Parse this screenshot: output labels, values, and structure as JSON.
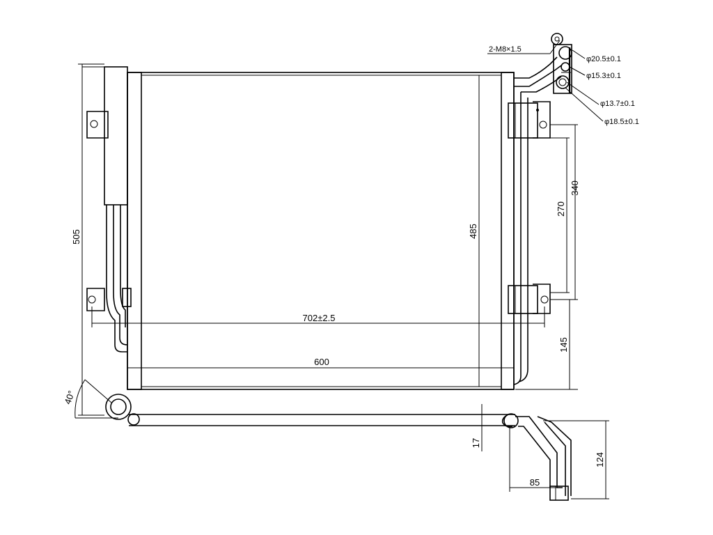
{
  "dimensions": {
    "overall_height": "505",
    "core_height": "485",
    "overall_width": "702±2.5",
    "core_width": "600",
    "bracket_spacing_outer": "340",
    "bracket_spacing_inner": "270",
    "bottom_offset": "145",
    "angle": "40°",
    "depth": "17",
    "pipe_offset": "85",
    "pipe_drop": "124"
  },
  "callouts": {
    "thread": "2-M8×1.5",
    "dia_1": "φ20.5±0.1",
    "dia_2": "φ15.3±0.1",
    "dia_3": "φ13.7±0.1",
    "dia_4": "φ18.5±0.1"
  }
}
